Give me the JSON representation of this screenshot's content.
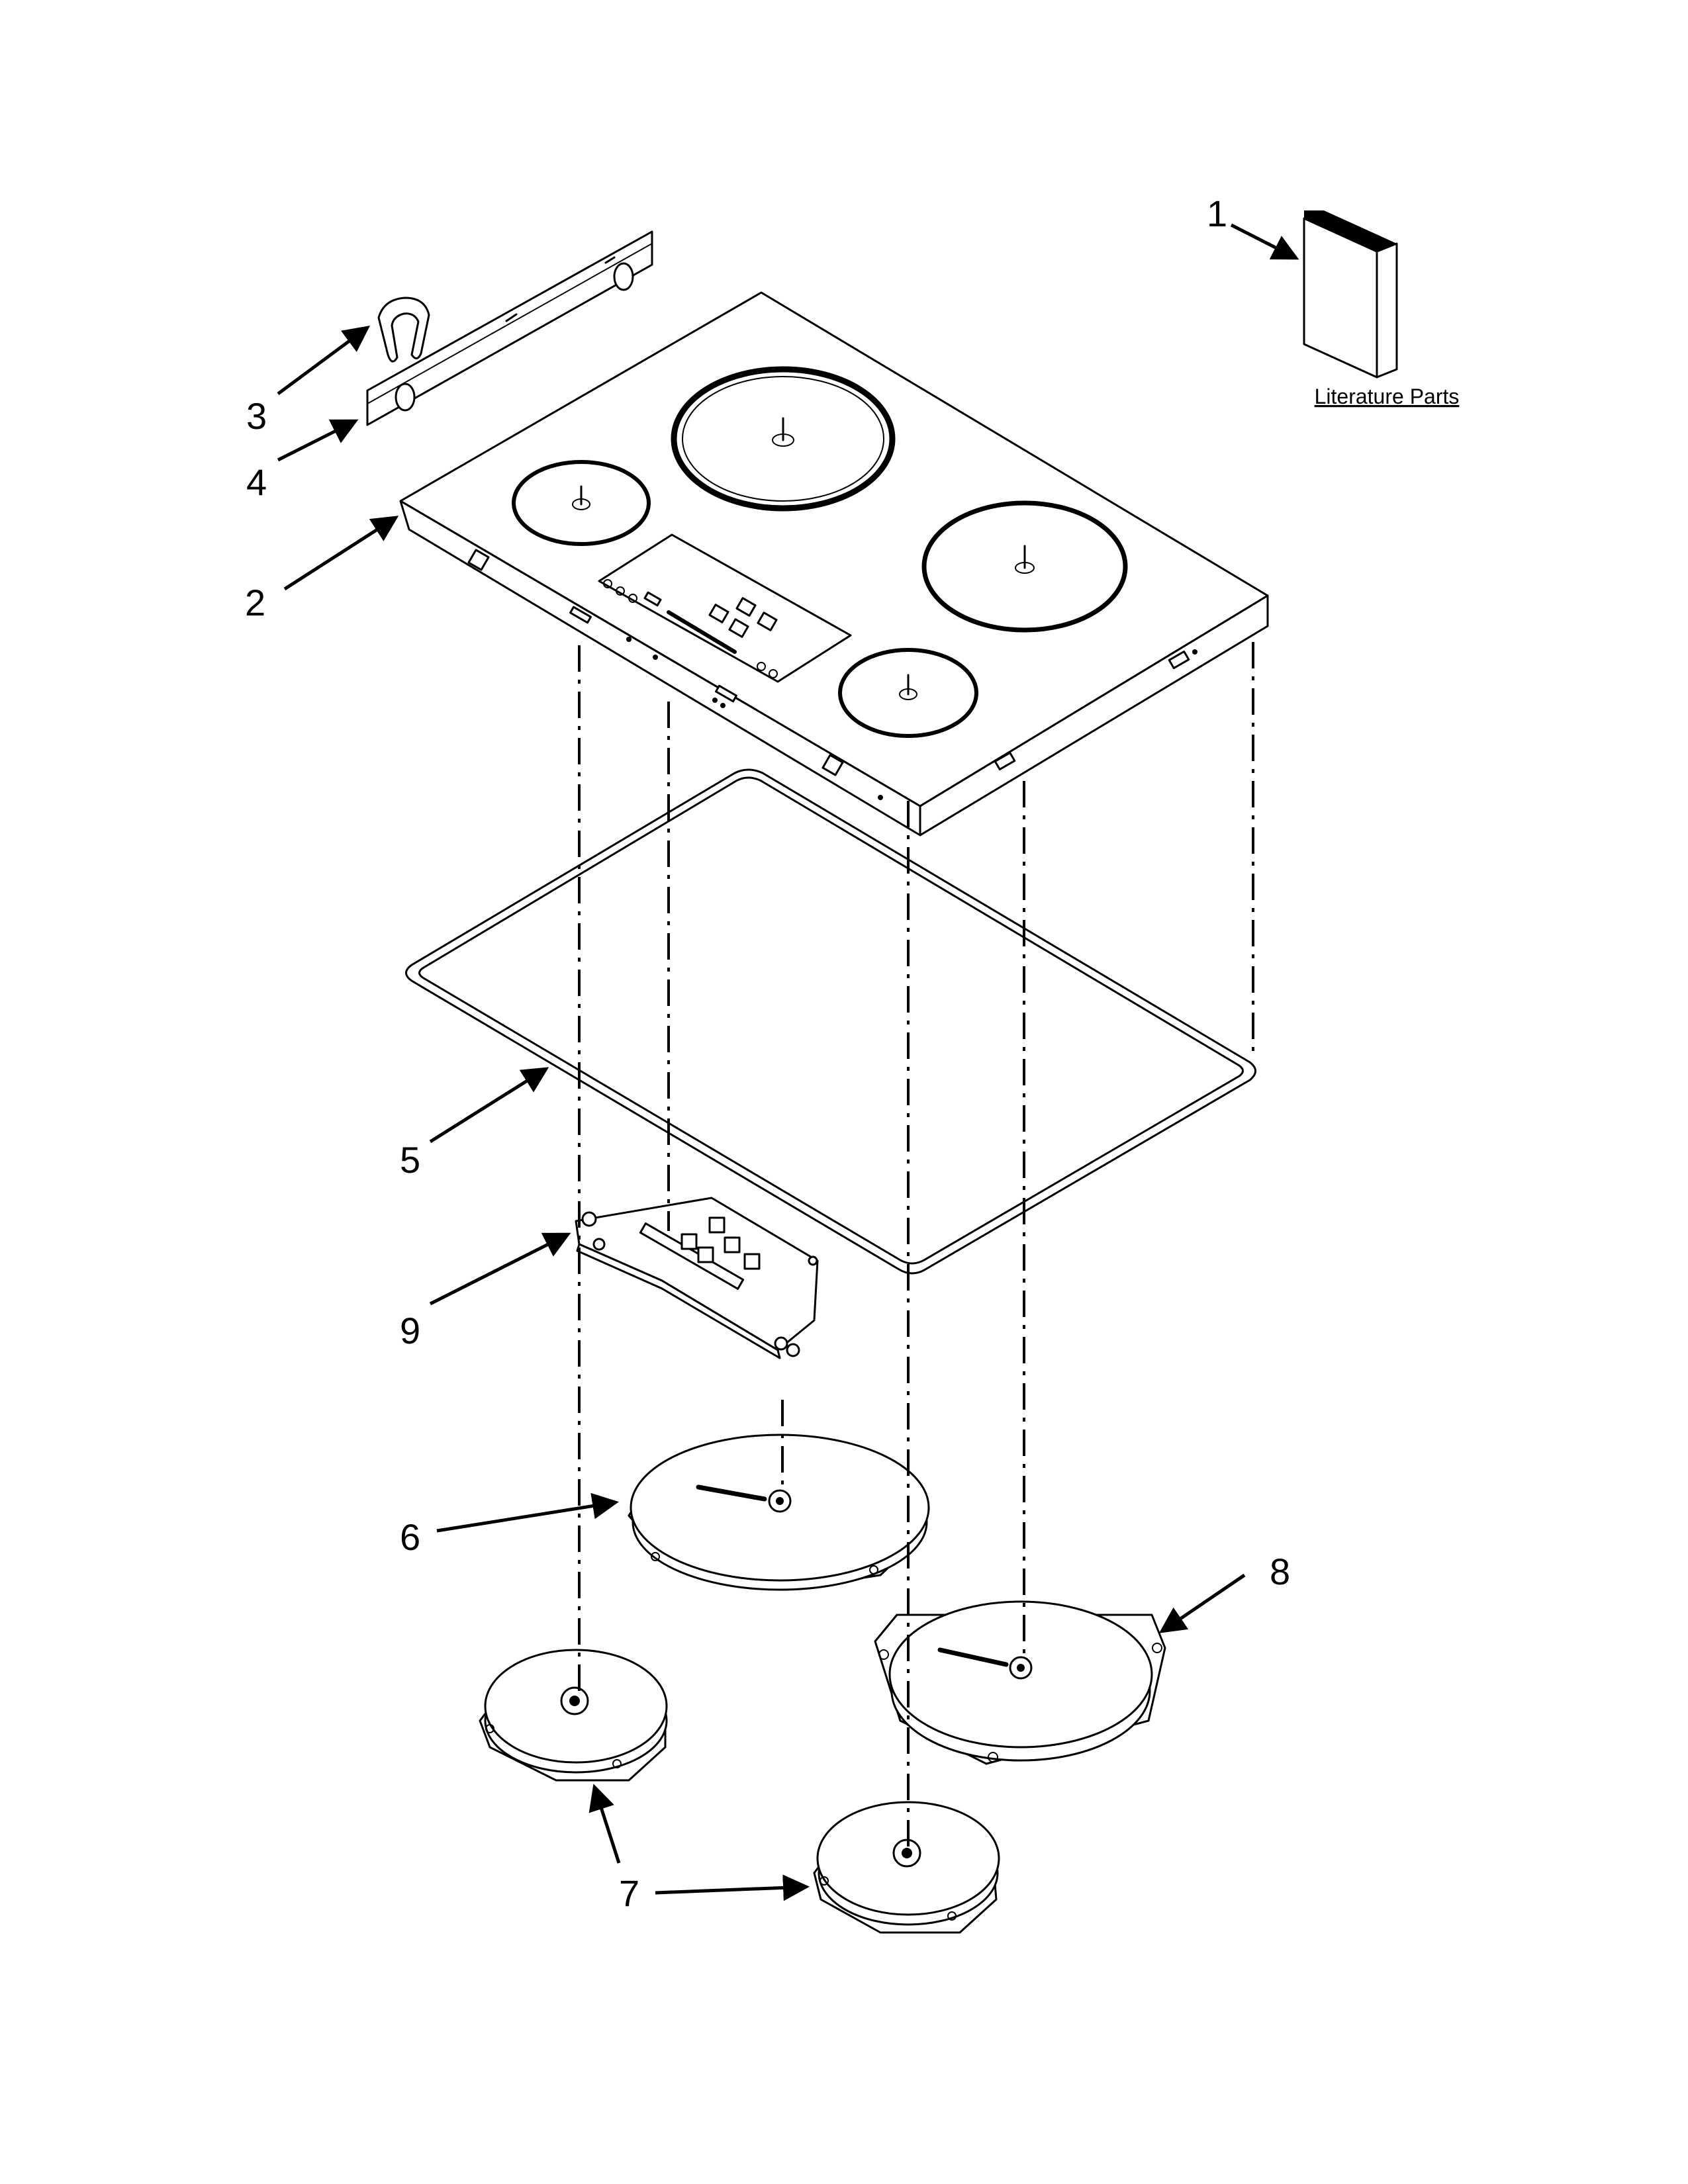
{
  "literature": {
    "label": "Literature Parts"
  },
  "callouts": [
    {
      "id": "c1",
      "text": "1"
    },
    {
      "id": "c2",
      "text": "2"
    },
    {
      "id": "c3",
      "text": "3"
    },
    {
      "id": "c4",
      "text": "4"
    },
    {
      "id": "c5",
      "text": "5"
    },
    {
      "id": "c6",
      "text": "6"
    },
    {
      "id": "c7",
      "text": "7"
    },
    {
      "id": "c8",
      "text": "8"
    },
    {
      "id": "c9",
      "text": "9"
    }
  ]
}
